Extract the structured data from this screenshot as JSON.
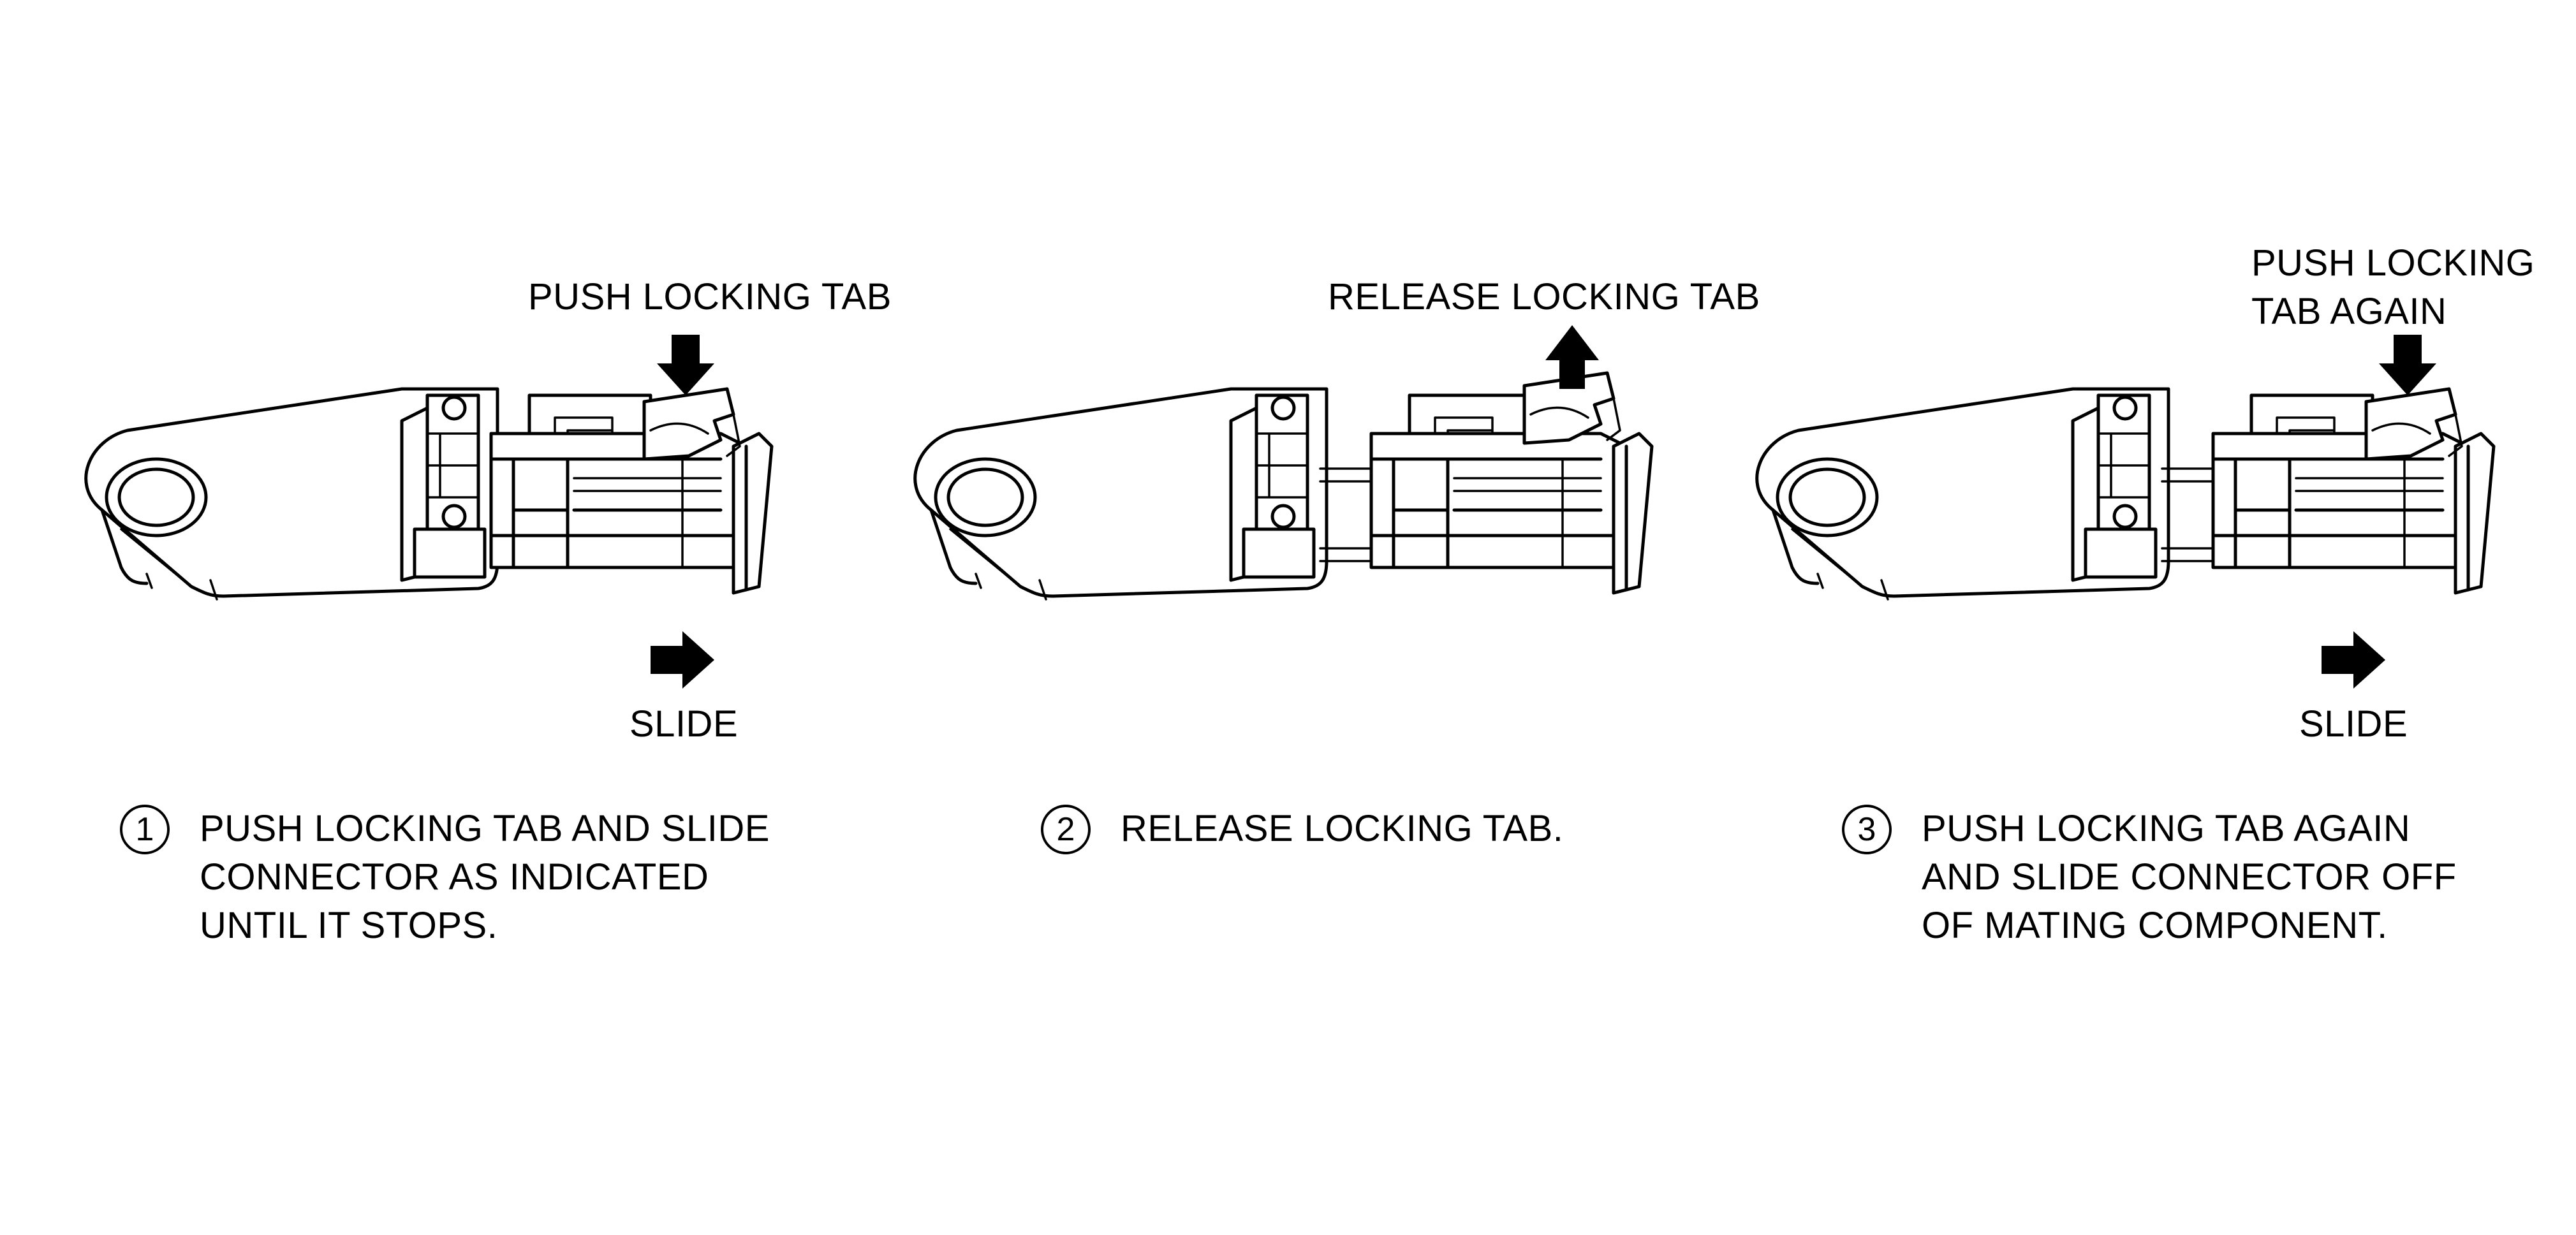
{
  "panels": [
    {
      "callout": [
        "PUSH LOCKING TAB"
      ],
      "tab_action": "push",
      "slide_label": "SLIDE",
      "step": {
        "number": "1",
        "lines": [
          "PUSH LOCKING TAB AND SLIDE",
          "CONNECTOR AS INDICATED",
          "UNTIL IT STOPS."
        ]
      }
    },
    {
      "callout": [
        "RELEASE LOCKING TAB"
      ],
      "tab_action": "release",
      "slide_label": "",
      "step": {
        "number": "2",
        "lines": [
          "RELEASE LOCKING TAB."
        ]
      }
    },
    {
      "callout": [
        "PUSH LOCKING",
        "TAB AGAIN"
      ],
      "tab_action": "push",
      "slide_label": "SLIDE",
      "step": {
        "number": "3",
        "lines": [
          "PUSH LOCKING TAB AGAIN",
          "AND SLIDE CONNECTOR OFF",
          "OF MATING COMPONENT."
        ]
      }
    }
  ]
}
